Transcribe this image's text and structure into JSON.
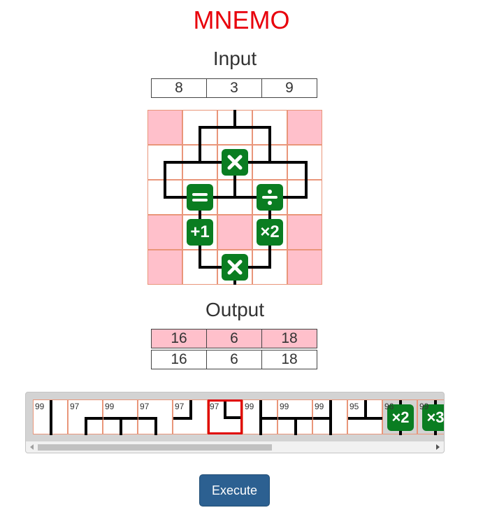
{
  "app_title": "MNEMO",
  "input_label": "Input",
  "input_values": [
    "8",
    "3",
    "9"
  ],
  "output_label": "Output",
  "expected_output": [
    "16",
    "6",
    "18"
  ],
  "actual_output": [
    "16",
    "6",
    "18"
  ],
  "board": {
    "pink_cells": [
      "0,0",
      "4,0",
      "0,3",
      "2,3",
      "4,3",
      "0,4",
      "4,4"
    ],
    "operators": [
      {
        "name": "multiply-op-top",
        "icon": "times-icon",
        "symbol": "×"
      },
      {
        "name": "equals-op",
        "icon": "equals-icon",
        "symbol": "="
      },
      {
        "name": "divide-op",
        "icon": "divide-icon",
        "symbol": "÷"
      },
      {
        "name": "plus-one-op",
        "icon": "plus-one-icon",
        "symbol": "+1"
      },
      {
        "name": "times-two-op",
        "icon": "times-two-icon",
        "symbol": "×2"
      },
      {
        "name": "multiply-op-bottom",
        "icon": "times-icon",
        "symbol": "×"
      }
    ]
  },
  "palette": {
    "tiles": [
      {
        "count": "99"
      },
      {
        "count": "97"
      },
      {
        "count": "99"
      },
      {
        "count": "97"
      },
      {
        "count": "97"
      },
      {
        "count": "97",
        "selected": true
      },
      {
        "count": "99"
      },
      {
        "count": "99"
      },
      {
        "count": "99"
      },
      {
        "count": "95"
      },
      {
        "count": "96",
        "op": "×2"
      },
      {
        "count": "99",
        "op": "×3"
      }
    ]
  },
  "execute_label": "Execute",
  "colors": {
    "title": "#e8000b",
    "pink": "#ffc0cb",
    "operator_green": "#0a7d21",
    "execute_button": "#2c6091",
    "selected_border": "#e00000",
    "grid_line": "#e9967a"
  }
}
